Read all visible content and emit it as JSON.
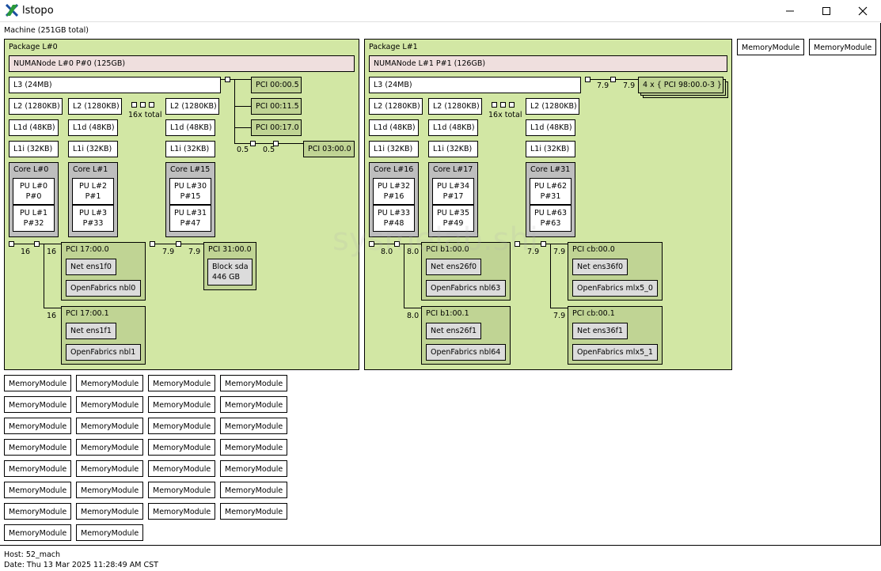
{
  "window": {
    "title": "lstopo",
    "minimize": "—",
    "maximize": "☐",
    "close": "✕"
  },
  "machine": {
    "label": "Machine (251GB total)"
  },
  "pkg0": {
    "label": "Package L#0",
    "numa": "NUMANode L#0 P#0 (125GB)",
    "l3": "L3 (24MB)",
    "l2": "L2 (1280KB)",
    "l1d": "L1d (48KB)",
    "l1i": "L1i (32KB)",
    "total": "16x total",
    "cores": [
      {
        "label": "Core L#0",
        "pu1a": "PU L#0",
        "pu1b": "P#0",
        "pu2a": "PU L#1",
        "pu2b": "P#32"
      },
      {
        "label": "Core L#1",
        "pu1a": "PU L#2",
        "pu1b": "P#1",
        "pu2a": "PU L#3",
        "pu2b": "P#33"
      },
      {
        "label": "Core L#15",
        "pu1a": "PU L#30",
        "pu1b": "P#15",
        "pu2a": "PU L#31",
        "pu2b": "P#47"
      }
    ],
    "pci_small": [
      "PCI 00:00.5",
      "PCI 00:11.5",
      "PCI 00:17.0"
    ],
    "pci_0300": "PCI 03:00.0",
    "bw_05": "0.5",
    "bw_16": "16",
    "bw_79": "7.9",
    "pci1700": {
      "label": "PCI 17:00.0",
      "net": "Net ens1f0",
      "of": "OpenFabrics nbl0"
    },
    "pci1701": {
      "label": "PCI 17:00.1",
      "net": "Net ens1f1",
      "of": "OpenFabrics nbl1"
    },
    "pci3100": {
      "label": "PCI 31:00.0",
      "blk1": "Block sda",
      "blk2": "446 GB"
    }
  },
  "pkg1": {
    "label": "Package L#1",
    "numa": "NUMANode L#1 P#1 (126GB)",
    "l3": "L3 (24MB)",
    "l2": "L2 (1280KB)",
    "l1d": "L1d (48KB)",
    "l1i": "L1i (32KB)",
    "total": "16x total",
    "bw_79": "7.9",
    "bw_80": "8.0",
    "pci98": "4 x { PCI 98:00.0-3 }",
    "cores": [
      {
        "label": "Core L#16",
        "pu1a": "PU L#32",
        "pu1b": "P#16",
        "pu2a": "PU L#33",
        "pu2b": "P#48"
      },
      {
        "label": "Core L#17",
        "pu1a": "PU L#34",
        "pu1b": "P#17",
        "pu2a": "PU L#35",
        "pu2b": "P#49"
      },
      {
        "label": "Core L#31",
        "pu1a": "PU L#62",
        "pu1b": "P#31",
        "pu2a": "PU L#63",
        "pu2b": "P#63"
      }
    ],
    "pcib100": {
      "label": "PCI b1:00.0",
      "net": "Net ens26f0",
      "of": "OpenFabrics nbl63"
    },
    "pcib101": {
      "label": "PCI b1:00.1",
      "net": "Net ens26f1",
      "of": "OpenFabrics nbl64"
    },
    "pcicb00": {
      "label": "PCI cb:00.0",
      "net": "Net ens36f0",
      "of": "OpenFabrics mlx5_0"
    },
    "pcicb01": {
      "label": "PCI cb:00.1",
      "net": "Net ens36f1",
      "of": "OpenFabrics mlx5_1"
    }
  },
  "memory_module": "MemoryModule",
  "footer": {
    "host": "Host: 52_mach",
    "date": "Date: Thu 13 Mar 2025 11:28:49 AM CST"
  },
  "watermark": "sysmelab.shi"
}
